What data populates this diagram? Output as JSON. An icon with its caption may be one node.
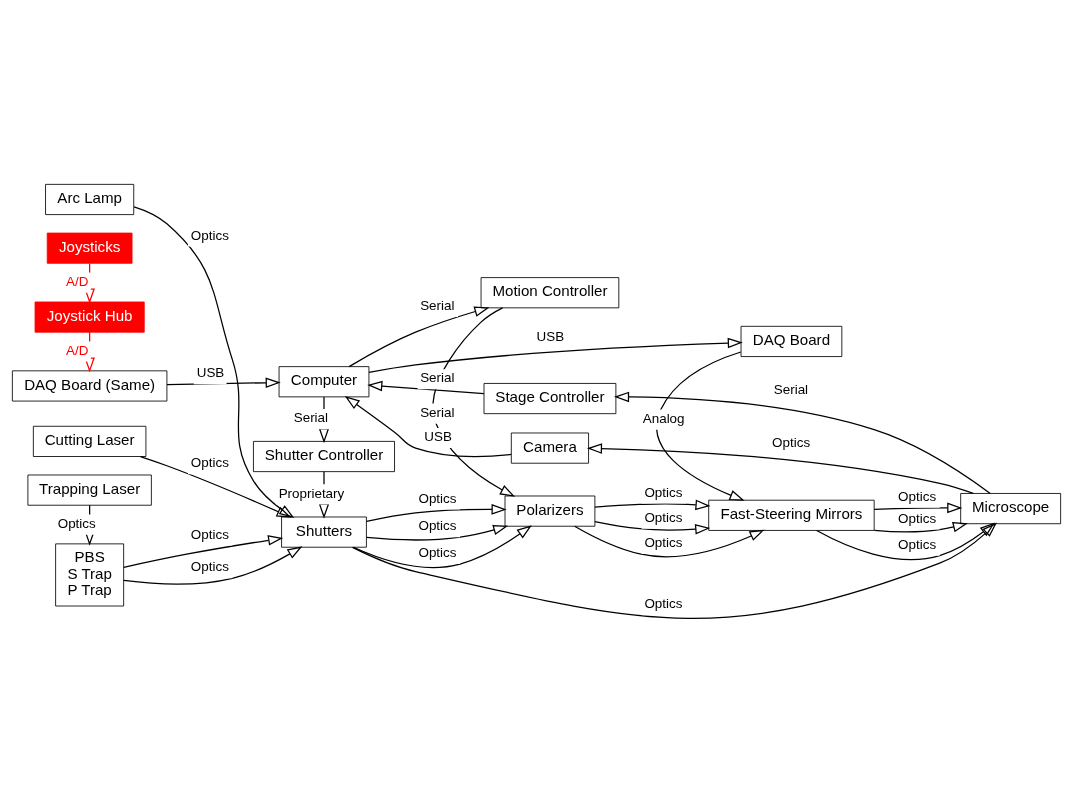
{
  "diagram": {
    "nodes": [
      {
        "text": [
          "Arc Lamp"
        ]
      },
      {
        "text": [
          "Cutting Laser"
        ]
      },
      {
        "text": [
          "PBS",
          "S Trap",
          "P Trap"
        ]
      },
      {
        "text": [
          "Trapping Laser"
        ]
      },
      {
        "text": [
          "Shutters"
        ]
      },
      {
        "text": [
          "Polarizers"
        ]
      },
      {
        "text": [
          "Fast-Steering Mirrors"
        ]
      },
      {
        "text": [
          "Shutter Controller"
        ]
      },
      {
        "text": [
          "Motion Controller"
        ]
      },
      {
        "text": [
          "DAQ Board"
        ]
      },
      {
        "text": [
          "Joysticks"
        ]
      },
      {
        "text": [
          "Joystick Hub"
        ]
      },
      {
        "text": [
          "DAQ Board (Same)"
        ]
      },
      {
        "text": [
          "Computer"
        ]
      },
      {
        "text": [
          "Stage Controller"
        ]
      },
      {
        "text": [
          "Camera"
        ]
      },
      {
        "text": [
          "Microscope"
        ]
      }
    ],
    "edges": [
      {
        "from": 0,
        "to": 4,
        "arrow": "to",
        "label": "Optics"
      },
      {
        "from": 1,
        "to": 4,
        "arrow": "to",
        "label": "Optics"
      },
      {
        "from": 2,
        "to": 4,
        "arrow": "to",
        "label": "Optics"
      },
      {
        "from": 2,
        "to": 4,
        "arrow": "to",
        "label": "Optics"
      },
      {
        "from": 3,
        "to": 2,
        "arrow": "to",
        "label": "Optics"
      },
      {
        "from": 4,
        "to": 16,
        "arrow": "to",
        "label": "Optics"
      },
      {
        "from": 4,
        "to": 5,
        "arrow": "to",
        "label": "Optics"
      },
      {
        "from": 4,
        "to": 5,
        "arrow": "to",
        "label": "Optics"
      },
      {
        "from": 4,
        "to": 5,
        "arrow": "to",
        "label": "Optics"
      },
      {
        "from": 5,
        "to": 6,
        "arrow": "to",
        "label": "Optics"
      },
      {
        "from": 5,
        "to": 6,
        "arrow": "to",
        "label": "Optics"
      },
      {
        "from": 5,
        "to": 6,
        "arrow": "to",
        "label": "Optics"
      },
      {
        "from": 6,
        "to": 16,
        "arrow": "to",
        "label": "Optics"
      },
      {
        "from": 6,
        "to": 16,
        "arrow": "to",
        "label": "Optics"
      },
      {
        "from": 6,
        "to": 16,
        "arrow": "to",
        "label": "Optics"
      },
      {
        "from": 7,
        "to": 4,
        "arrow": "to",
        "label": "Proprietary"
      },
      {
        "from": 8,
        "to": 5,
        "arrow": "to",
        "label": "Serial"
      },
      {
        "from": 9,
        "to": 6,
        "arrow": "to",
        "label": "Analog"
      },
      {
        "from": 13,
        "to": 7,
        "arrow": "to",
        "label": "Serial"
      },
      {
        "from": 13,
        "to": 8,
        "arrow": "to",
        "label": "Serial"
      },
      {
        "from": 13,
        "to": 9,
        "arrow": "to",
        "label": "USB"
      },
      {
        "from": 10,
        "to": 11,
        "arrow": "to",
        "label": "A/D",
        "color": "#ff0000"
      },
      {
        "from": 11,
        "to": 12,
        "arrow": "to",
        "label": "A/D",
        "color": "#ff0000"
      },
      {
        "from": 12,
        "to": 13,
        "arrow": "to",
        "label": "USB"
      },
      {
        "from": 14,
        "to": 13,
        "arrow": "to",
        "label": "Serial"
      },
      {
        "from": 16,
        "to": 14,
        "arrow": "to",
        "label": "Serial"
      },
      {
        "from": 15,
        "to": 13,
        "arrow": "to",
        "label": "USB"
      },
      {
        "from": 16,
        "to": 15,
        "arrow": "to",
        "label": "Optics"
      }
    ]
  }
}
